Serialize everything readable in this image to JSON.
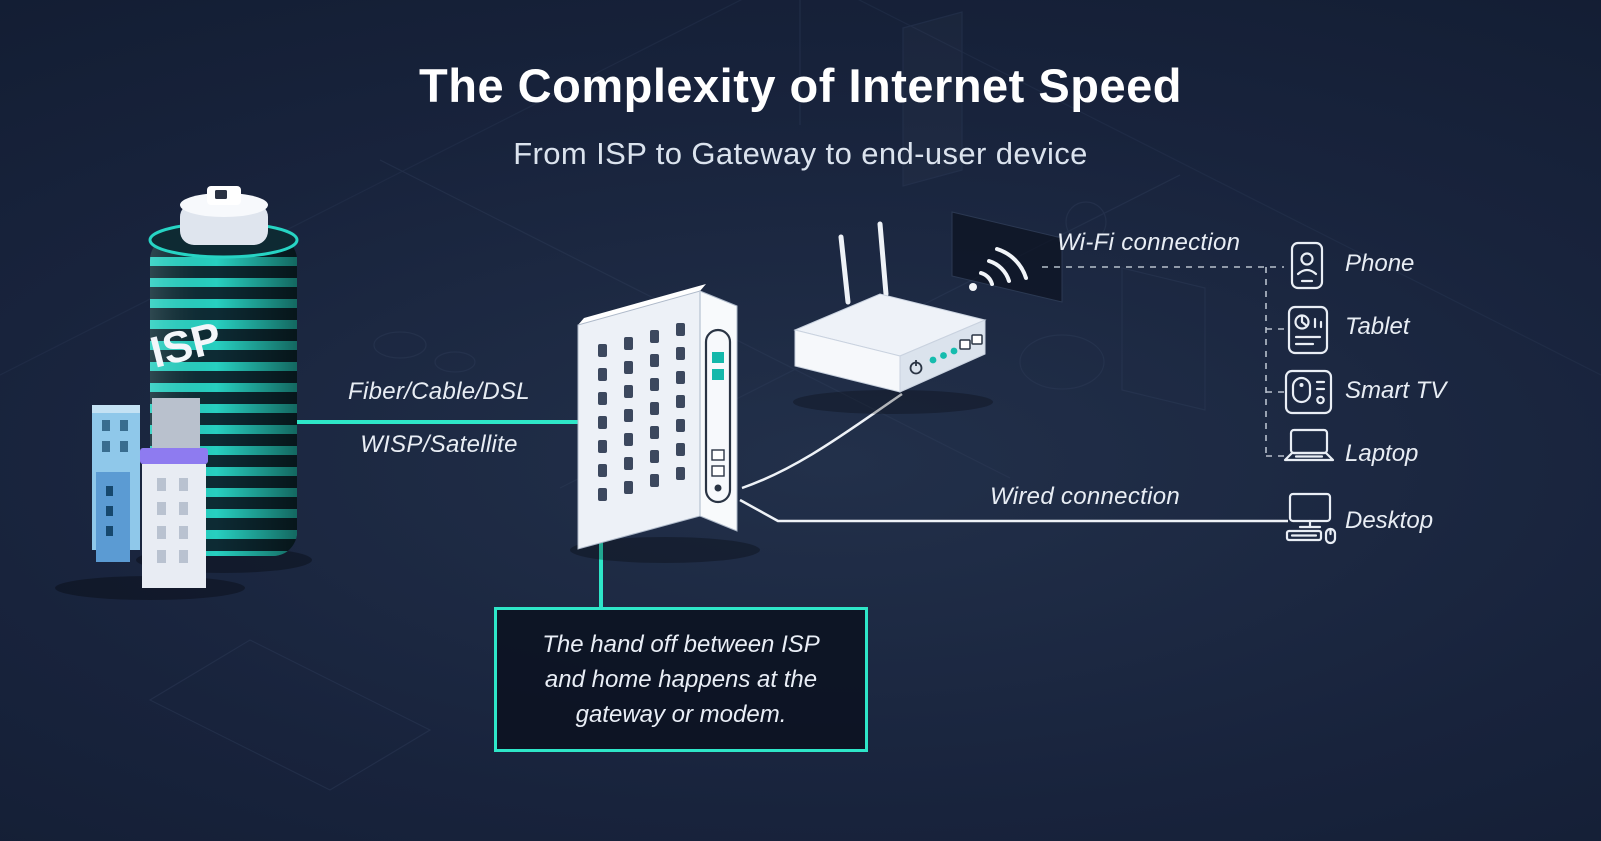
{
  "title": "The Complexity of Internet Speed",
  "subtitle": "From ISP to Gateway to end-user device",
  "isp_building": {
    "label": "ISP"
  },
  "links": {
    "isp_to_gateway_line1": "Fiber/Cable/DSL",
    "isp_to_gateway_line2": "WISP/Satellite",
    "wifi_label": "Wi-Fi connection",
    "wired_label": "Wired connection"
  },
  "callout": {
    "text": "The hand off between ISP and home happens at the gateway or modem."
  },
  "devices": [
    {
      "label": "Phone",
      "connection": "wifi"
    },
    {
      "label": "Tablet",
      "connection": "wifi"
    },
    {
      "label": "Smart TV",
      "connection": "wifi"
    },
    {
      "label": "Laptop",
      "connection": "wifi"
    },
    {
      "label": "Desktop",
      "connection": "wired"
    }
  ],
  "colors": {
    "accent_teal": "#2ee6c8",
    "background": "#131d30",
    "text": "#ffffff"
  }
}
